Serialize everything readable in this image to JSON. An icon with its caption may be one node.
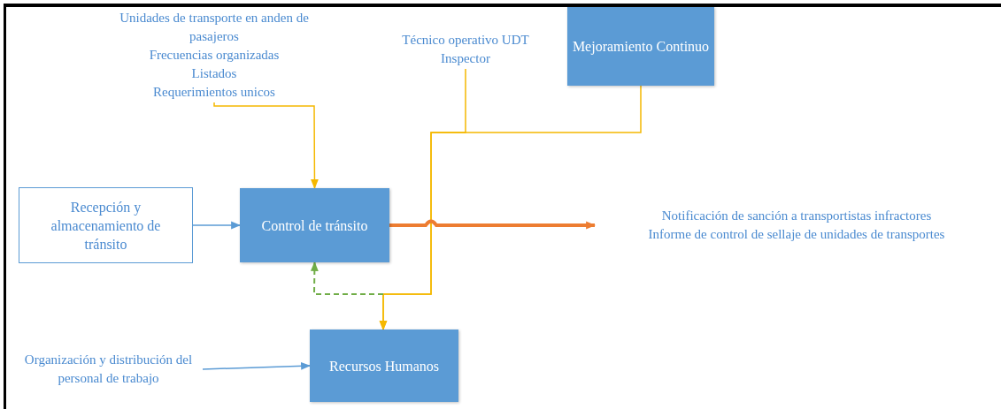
{
  "diagram": {
    "nodes": [
      {
        "text": [
          "Unidades de transporte en anden de pasajeros",
          "Frecuencias organizadas",
          "Listados",
          "Requerimientos unicos"
        ]
      },
      {
        "text": [
          "Técnico operativo UDT",
          "Inspector"
        ]
      },
      {
        "text": [
          "Mejoramiento Continuo"
        ]
      },
      {
        "text": [
          "Recepción y almacenamiento de tránsito"
        ]
      },
      {
        "text": [
          "Control de tránsito"
        ]
      },
      {
        "text": [
          "Notificación de sanción a transportistas infractores",
          "Informe de control de sellaje de unidades de transportes"
        ]
      },
      {
        "text": [
          "Organización y distribución del personal de trabajo"
        ]
      },
      {
        "text": [
          "Recursos Humanos"
        ]
      }
    ],
    "edges": [
      {
        "from": 0,
        "to": 4,
        "arrow": "to"
      },
      {
        "from": 1,
        "to": 7,
        "arrow": "to"
      },
      {
        "from": 2,
        "to": 7,
        "arrow": "to"
      },
      {
        "from": 3,
        "to": 4,
        "arrow": "to",
        "color": "#5b9bd5"
      },
      {
        "from": 4,
        "to": 5,
        "arrow": "to",
        "style": "thick",
        "color": "#ed7d31"
      },
      {
        "from": null,
        "to": 4,
        "arrow": "to",
        "style": "dashed",
        "color": "#70ad47"
      },
      {
        "from": 6,
        "to": 7,
        "arrow": "to",
        "color": "#5b9bd5"
      }
    ]
  }
}
